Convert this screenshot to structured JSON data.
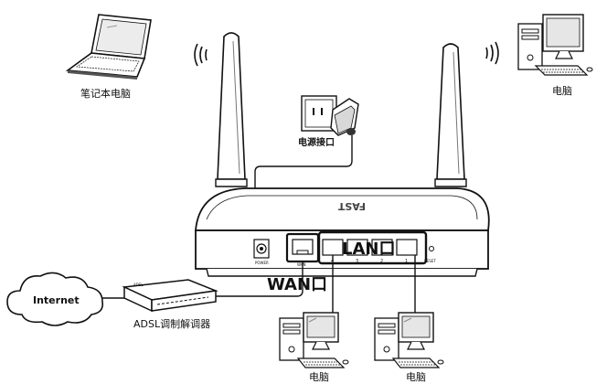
{
  "labels": {
    "laptop": "笔记本电脑",
    "pc_top_right": "电脑",
    "power_socket": "电源接口",
    "lan_port": "LAN口",
    "wan_port": "WAN口",
    "internet": "Internet",
    "modem": "ADSL调制解调器",
    "pc_bottom_left": "电脑",
    "pc_bottom_right": "电脑",
    "power_port_small": "POWER",
    "wan_port_small": "WAN",
    "reset_small": "RESET",
    "lan_num_1": "1",
    "lan_num_2": "2",
    "lan_num_3": "3",
    "lan_num_4": "4",
    "modem_small": "ADSL"
  }
}
